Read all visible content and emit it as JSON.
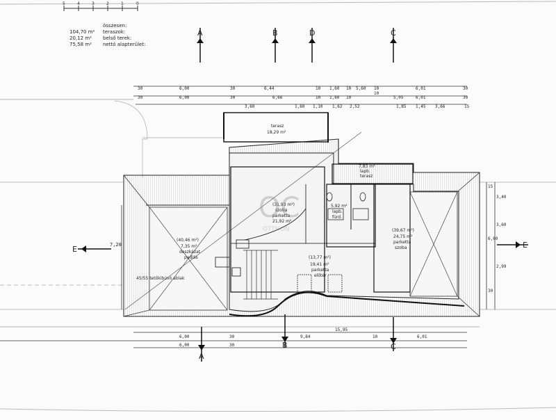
{
  "legend": {
    "rows": [
      {
        "label": "nettó alapterület:",
        "value": "75,58 m²"
      },
      {
        "label": "belső terek:",
        "value": "20,12 m²"
      },
      {
        "label": "teraszok:",
        "value": "104,70 m²"
      },
      {
        "label": "összesen:",
        "value": ""
      }
    ],
    "scale_ticks": [
      "5",
      "4",
      "3",
      "2",
      "1",
      "0"
    ]
  },
  "section_marks": [
    {
      "letter": "A",
      "top_label": "A",
      "bottom_label": "A"
    },
    {
      "letter": "B",
      "top_label": "B",
      "bottom_label": "B"
    },
    {
      "letter": "D",
      "top_label": "D",
      "bottom_label": ""
    },
    {
      "letter": "C",
      "top_label": "C",
      "bottom_label": "C"
    }
  ],
  "side_marks": {
    "left": "E",
    "right": "E"
  },
  "dims_top_row1": [
    "30",
    "6,00",
    "30",
    "6,44",
    "10",
    "1,60",
    "10",
    "5,60",
    "10",
    "6,01",
    "30"
  ],
  "dims_top_row2": [
    "30",
    "6,00",
    "30",
    "6,66",
    "10",
    "1,60",
    "10",
    "5,05",
    "10",
    "6,01",
    "30"
  ],
  "dims_top_row3": [
    "3,60",
    "1,60",
    "1,10",
    "1,62",
    "2,52",
    "1,85",
    "1,45",
    "3,66",
    "15"
  ],
  "dims_bottom": [
    "6,00",
    "30",
    "6,00",
    "30",
    "9,84",
    "15,95",
    "10",
    "6,01"
  ],
  "dims_right": [
    "3,40",
    "15",
    "3,60",
    "6,60",
    "2,99",
    "30"
  ],
  "dims_left": [
    "7,20"
  ],
  "rooms": [
    {
      "name": "terasz",
      "floor": "",
      "area": "18,29 m²"
    },
    {
      "name": "szoba",
      "floor": "parketta",
      "area": "21,92 m²"
    },
    {
      "name": "szoba",
      "floor": "parketta",
      "area": "24,75 m²"
    },
    {
      "name": "padlás",
      "floor": "deszkázat",
      "area": "7,35 m²"
    },
    {
      "name": "előtér",
      "floor": "parketta",
      "area": "19,41 m²"
    },
    {
      "name": "fürd.",
      "floor": "lapb.",
      "area": "5,92 m²"
    },
    {
      "name": "terasz",
      "floor": "lapb.",
      "area": "7,83 m²"
    }
  ],
  "room_subareas": [
    "(31,93 m²)",
    "(39,67 m²)",
    "(40,46 m²)",
    "(13,77 m²)"
  ],
  "roof_note": "45/55 tetőkibúvó ablak",
  "watermark": "OC",
  "watermark_sub": "OTTHON"
}
